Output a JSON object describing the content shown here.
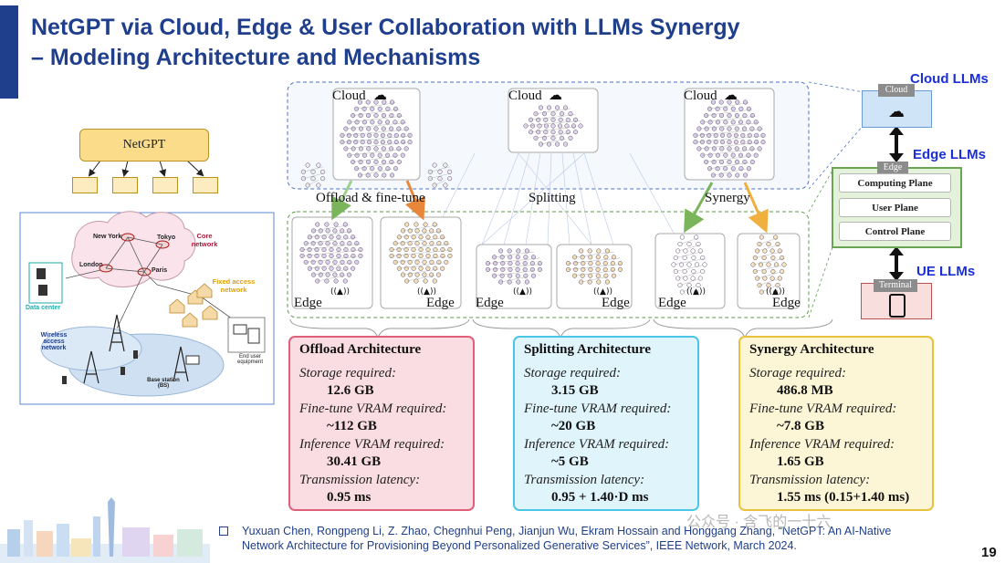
{
  "slide": {
    "title_line1": "NetGPT via Cloud, Edge & User Collaboration with LLMs Synergy",
    "title_line2": "– Modeling Architecture and Mechanisms",
    "page_number": "19"
  },
  "netgpt_tree": {
    "root_label": "NetGPT"
  },
  "network_map": {
    "city_newyork": "New York",
    "city_tokyo": "Tokyo",
    "city_london": "London",
    "city_paris": "Paris",
    "core_network": "Core network",
    "data_center": "Data center",
    "fixed_access": "Fixed access network",
    "wireless_access": "Wireless access network",
    "base_station": "Base station (BS)",
    "end_user": "End user equipment"
  },
  "diagram": {
    "cloud_label": "Cloud",
    "edge_label": "Edge",
    "offload_label": "Offload & fine-tune",
    "splitting_label": "Splitting",
    "synergy_label": "Synergy"
  },
  "legend": {
    "cloud_llms": "Cloud LLMs",
    "edge_llms": "Edge LLMs",
    "ue_llms": "UE LLMs",
    "cloud_tag": "Cloud",
    "edge_tag": "Edge",
    "terminal_tag": "Terminal",
    "planes": [
      "Computing Plane",
      "User Plane",
      "Control Plane"
    ]
  },
  "panels": [
    {
      "title": "Offload Architecture",
      "storage_key": "Storage required:",
      "storage_val": "12.6 GB",
      "finetune_key": "Fine-tune VRAM required:",
      "finetune_val": "~112 GB",
      "inference_key": "Inference VRAM required:",
      "inference_val": "30.41 GB",
      "latency_key": "Transmission latency:",
      "latency_val": "0.95 ms",
      "border": "#e0607a",
      "fill": "#fadce3"
    },
    {
      "title": "Splitting Architecture",
      "storage_key": "Storage required:",
      "storage_val": "3.15 GB",
      "finetune_key": "Fine-tune VRAM required:",
      "finetune_val": "~20 GB",
      "inference_key": "Inference VRAM required:",
      "inference_val": "~5 GB",
      "latency_key": "Transmission latency:",
      "latency_val": "0.95 + 1.40·D ms",
      "border": "#4cc6e6",
      "fill": "#dff4fb"
    },
    {
      "title": "Synergy Architecture",
      "storage_key": "Storage required:",
      "storage_val": "486.8 MB",
      "finetune_key": "Fine-tune VRAM required:",
      "finetune_val": "~7.8 GB",
      "inference_key": "Inference VRAM required:",
      "inference_val": "1.65 GB",
      "latency_key": "Transmission latency:",
      "latency_val": "1.55 ms (0.15+1.40 ms)",
      "border": "#e8c23c",
      "fill": "#fcf5d6"
    }
  ],
  "citation": {
    "line1": "Yuxuan Chen, Rongpeng Li, Z. Zhao, Chegnhui Peng, Jianjun Wu, Ekram Hossain and Honggang Zhang, “NetGPT: An AI-Native",
    "line2": "Network Architecture for Provisioning Beyond Personalized Generative Services”, IEEE Network, March 2024."
  },
  "watermark": "公众号 · 含飞的一十六"
}
